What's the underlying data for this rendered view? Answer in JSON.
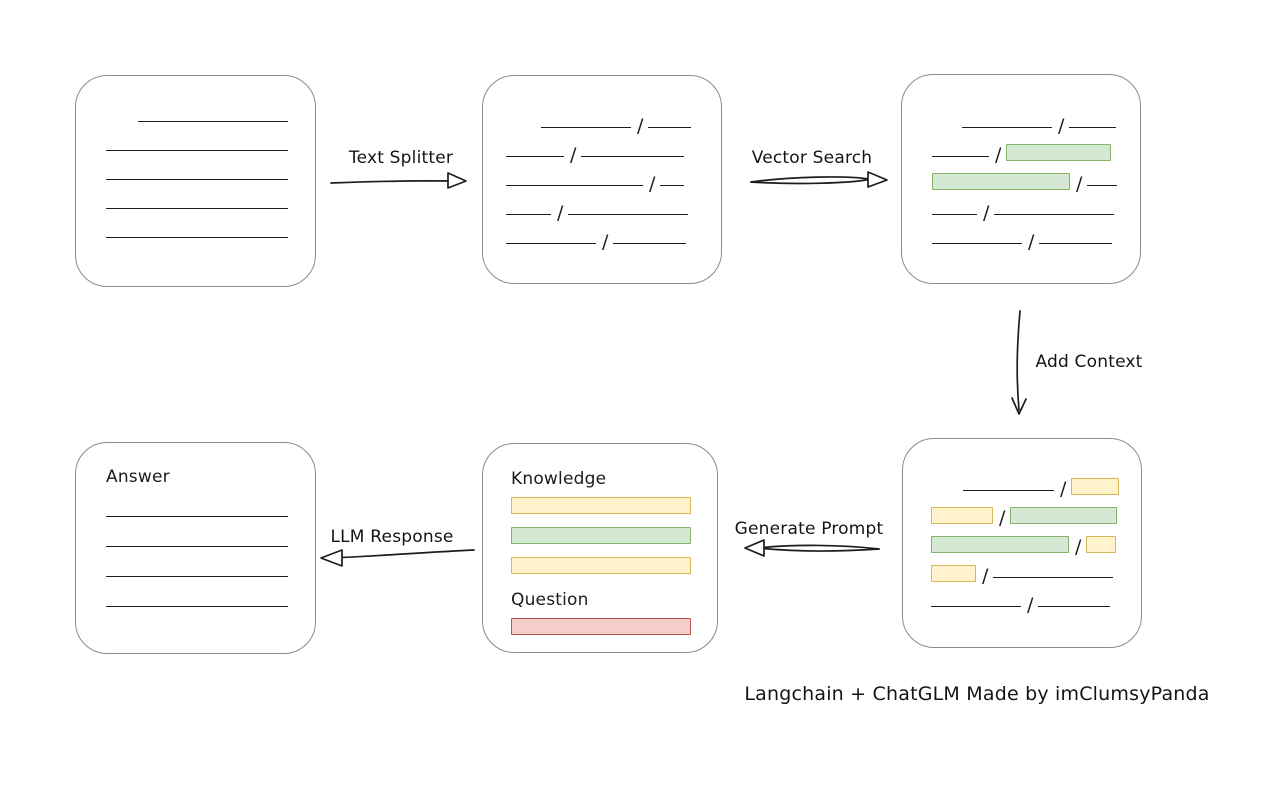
{
  "diagram": {
    "caption": "Langchain + ChatGLM Made by imClumsyPanda",
    "arrows": [
      {
        "id": "text-splitter",
        "label": "Text Splitter"
      },
      {
        "id": "vector-search",
        "label": "Vector Search"
      },
      {
        "id": "add-context",
        "label": "Add Context"
      },
      {
        "id": "generate-prompt",
        "label": "Generate Prompt"
      },
      {
        "id": "llm-response",
        "label": "LLM Response"
      }
    ],
    "colors": {
      "green_fill": "#d5e8d4",
      "green_border": "#82b366",
      "yellow_fill": "#fff2cc",
      "yellow_border": "#d6b656",
      "red_fill": "#f8cecc",
      "red_border": "#b85450"
    },
    "boxes": [
      {
        "id": "source-document",
        "rows": [
          {
            "segments": [
              {
                "t": "gap",
                "w": 32
              },
              {
                "t": "line",
                "w": 150
              }
            ]
          },
          {
            "segments": [
              {
                "t": "line",
                "w": 182
              }
            ]
          },
          {
            "segments": [
              {
                "t": "line",
                "w": 182
              }
            ]
          },
          {
            "segments": [
              {
                "t": "line",
                "w": 182
              }
            ]
          },
          {
            "segments": [
              {
                "t": "line",
                "w": 182
              }
            ]
          }
        ]
      },
      {
        "id": "split-text",
        "rows": [
          {
            "segments": [
              {
                "t": "gap",
                "w": 35
              },
              {
                "t": "line",
                "w": 90
              },
              {
                "t": "slash"
              },
              {
                "t": "line",
                "w": 43
              }
            ]
          },
          {
            "segments": [
              {
                "t": "line",
                "w": 58
              },
              {
                "t": "slash"
              },
              {
                "t": "line",
                "w": 103
              }
            ]
          },
          {
            "segments": [
              {
                "t": "line",
                "w": 137
              },
              {
                "t": "slash"
              },
              {
                "t": "line",
                "w": 24
              }
            ]
          },
          {
            "segments": [
              {
                "t": "line",
                "w": 45
              },
              {
                "t": "slash"
              },
              {
                "t": "line",
                "w": 120
              }
            ]
          },
          {
            "segments": [
              {
                "t": "line",
                "w": 90
              },
              {
                "t": "slash"
              },
              {
                "t": "line",
                "w": 73
              }
            ]
          }
        ]
      },
      {
        "id": "vector-search-result",
        "rows": [
          {
            "segments": [
              {
                "t": "gap",
                "w": 30
              },
              {
                "t": "line",
                "w": 90
              },
              {
                "t": "slash"
              },
              {
                "t": "line",
                "w": 47
              }
            ]
          },
          {
            "segments": [
              {
                "t": "line",
                "w": 57
              },
              {
                "t": "slash"
              },
              {
                "t": "chip",
                "c": "green",
                "w": 105
              }
            ]
          },
          {
            "segments": [
              {
                "t": "chip",
                "c": "green",
                "w": 138
              },
              {
                "t": "slash"
              },
              {
                "t": "line",
                "w": 30
              }
            ]
          },
          {
            "segments": [
              {
                "t": "line",
                "w": 45
              },
              {
                "t": "slash"
              },
              {
                "t": "line",
                "w": 120
              }
            ]
          },
          {
            "segments": [
              {
                "t": "line",
                "w": 90
              },
              {
                "t": "slash"
              },
              {
                "t": "line",
                "w": 73
              }
            ]
          }
        ]
      },
      {
        "id": "context-added",
        "rows": [
          {
            "segments": [
              {
                "t": "gap",
                "w": 32
              },
              {
                "t": "line",
                "w": 91
              },
              {
                "t": "slash"
              },
              {
                "t": "chip",
                "c": "yellow",
                "w": 48
              }
            ]
          },
          {
            "segments": [
              {
                "t": "chip",
                "c": "yellow",
                "w": 62
              },
              {
                "t": "slash"
              },
              {
                "t": "chip",
                "c": "green",
                "w": 107
              }
            ]
          },
          {
            "segments": [
              {
                "t": "chip",
                "c": "green",
                "w": 138
              },
              {
                "t": "slash"
              },
              {
                "t": "chip",
                "c": "yellow",
                "w": 30
              }
            ]
          },
          {
            "segments": [
              {
                "t": "chip",
                "c": "yellow",
                "w": 45
              },
              {
                "t": "slash"
              },
              {
                "t": "line",
                "w": 120
              }
            ]
          },
          {
            "segments": [
              {
                "t": "line",
                "w": 90
              },
              {
                "t": "slash"
              },
              {
                "t": "line",
                "w": 72
              }
            ]
          }
        ]
      },
      {
        "id": "prompt",
        "rows": [
          {
            "segments": [
              {
                "t": "text",
                "text": "Knowledge"
              }
            ]
          },
          {
            "segments": [
              {
                "t": "bar",
                "c": "yellow",
                "w": 180
              }
            ]
          },
          {
            "segments": [
              {
                "t": "bar",
                "c": "green",
                "w": 180
              }
            ]
          },
          {
            "segments": [
              {
                "t": "bar",
                "c": "yellow",
                "w": 180
              }
            ]
          },
          {
            "segments": [
              {
                "t": "text",
                "text": "Question"
              }
            ]
          },
          {
            "segments": [
              {
                "t": "bar",
                "c": "red",
                "w": 180
              }
            ]
          }
        ]
      },
      {
        "id": "answer",
        "rows": [
          {
            "segments": [
              {
                "t": "text",
                "text": "Answer"
              }
            ]
          },
          {
            "segments": [
              {
                "t": "line",
                "w": 182
              }
            ]
          },
          {
            "segments": [
              {
                "t": "line",
                "w": 182
              }
            ]
          },
          {
            "segments": [
              {
                "t": "line",
                "w": 182
              }
            ]
          },
          {
            "segments": [
              {
                "t": "line",
                "w": 182
              }
            ]
          }
        ]
      }
    ]
  }
}
